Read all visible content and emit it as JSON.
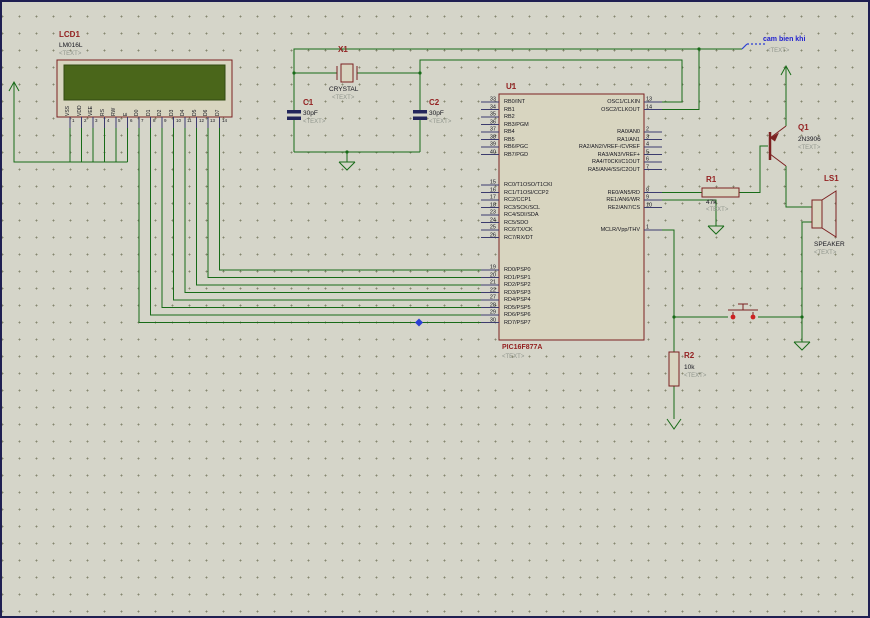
{
  "colors": {
    "wire": "#186b18",
    "component_outline": "#7c2121",
    "reference_text": "#942222",
    "value_text": "#15151e",
    "placeholder_text": "#8f958c",
    "sensor_text": "#1f1fd0",
    "lcd_screen": "#4a661a",
    "background": "#d5d5c9"
  },
  "components": {
    "lcd": {
      "ref": "LCD1",
      "value": "LM016L",
      "placeholder": "<TEXT>",
      "pins": [
        {
          "num": "1",
          "name": "VSS"
        },
        {
          "num": "2",
          "name": "VDD"
        },
        {
          "num": "3",
          "name": "VEE"
        },
        {
          "num": "4",
          "name": "RS"
        },
        {
          "num": "5",
          "name": "RW"
        },
        {
          "num": "6",
          "name": "E"
        },
        {
          "num": "7",
          "name": "D0"
        },
        {
          "num": "8",
          "name": "D1"
        },
        {
          "num": "9",
          "name": "D2"
        },
        {
          "num": "10",
          "name": "D3"
        },
        {
          "num": "11",
          "name": "D4"
        },
        {
          "num": "12",
          "name": "D5"
        },
        {
          "num": "13",
          "name": "D6"
        },
        {
          "num": "14",
          "name": "D7"
        }
      ]
    },
    "crystal": {
      "ref": "X1",
      "value": "CRYSTAL",
      "placeholder": "<TEXT>"
    },
    "c1": {
      "ref": "C1",
      "value": "30pF",
      "placeholder": "<TEXT>"
    },
    "c2": {
      "ref": "C2",
      "value": "30pF",
      "placeholder": "<TEXT>"
    },
    "u1": {
      "ref": "U1",
      "value": "PIC16F877A",
      "placeholder": "<TEXT>",
      "left_pins": [
        {
          "num": "33",
          "name": "RB0/INT"
        },
        {
          "num": "34",
          "name": "RB1"
        },
        {
          "num": "35",
          "name": "RB2"
        },
        {
          "num": "36",
          "name": "RB3/PGM"
        },
        {
          "num": "37",
          "name": "RB4"
        },
        {
          "num": "38",
          "name": "RB5"
        },
        {
          "num": "39",
          "name": "RB6/PGC"
        },
        {
          "num": "40",
          "name": "RB7/PGD"
        },
        {
          "num": "15",
          "name": "RC0/T1OSO/T1CKI"
        },
        {
          "num": "16",
          "name": "RC1/T1OSI/CCP2"
        },
        {
          "num": "17",
          "name": "RC2/CCP1"
        },
        {
          "num": "18",
          "name": "RC3/SCK/SCL"
        },
        {
          "num": "23",
          "name": "RC4/SDI/SDA"
        },
        {
          "num": "24",
          "name": "RC5/SDO"
        },
        {
          "num": "25",
          "name": "RC6/TX/CK"
        },
        {
          "num": "26",
          "name": "RC7/RX/DT"
        },
        {
          "num": "19",
          "name": "RD0/PSP0"
        },
        {
          "num": "20",
          "name": "RD1/PSP1"
        },
        {
          "num": "21",
          "name": "RD2/PSP2"
        },
        {
          "num": "22",
          "name": "RD3/PSP3"
        },
        {
          "num": "27",
          "name": "RD4/PSP4"
        },
        {
          "num": "28",
          "name": "RD5/PSP5"
        },
        {
          "num": "29",
          "name": "RD6/PSP6"
        },
        {
          "num": "30",
          "name": "RD7/PSP7"
        }
      ],
      "right_pins": [
        {
          "num": "13",
          "name": "OSC1/CLKIN"
        },
        {
          "num": "14",
          "name": "OSC2/CLKOUT"
        },
        {
          "num": "2",
          "name": "RA0/AN0"
        },
        {
          "num": "3",
          "name": "RA1/AN1"
        },
        {
          "num": "4",
          "name": "RA2/AN2/VREF-/CVREF"
        },
        {
          "num": "5",
          "name": "RA3/AN3/VREF+"
        },
        {
          "num": "6",
          "name": "RA4/T0CKI/C1OUT"
        },
        {
          "num": "7",
          "name": "RA5/AN4/SS/C2OUT"
        },
        {
          "num": "8",
          "name": "RE0/AN5/RD"
        },
        {
          "num": "9",
          "name": "RE1/AN6/WR"
        },
        {
          "num": "10",
          "name": "RE2/AN7/CS"
        },
        {
          "num": "1",
          "name": "MCLR/Vpp/THV"
        }
      ]
    },
    "r1": {
      "ref": "R1",
      "value": "47k",
      "placeholder": "<TEXT>"
    },
    "r2": {
      "ref": "R2",
      "value": "10k",
      "placeholder": "<TEXT>"
    },
    "q1": {
      "ref": "Q1",
      "value": "2N3906",
      "placeholder": "<TEXT>"
    },
    "ls1": {
      "ref": "LS1",
      "value": "SPEAKER",
      "placeholder": "<TEXT>"
    },
    "sensor": {
      "label": "cam bien khi",
      "placeholder": "<TEXT>"
    }
  }
}
